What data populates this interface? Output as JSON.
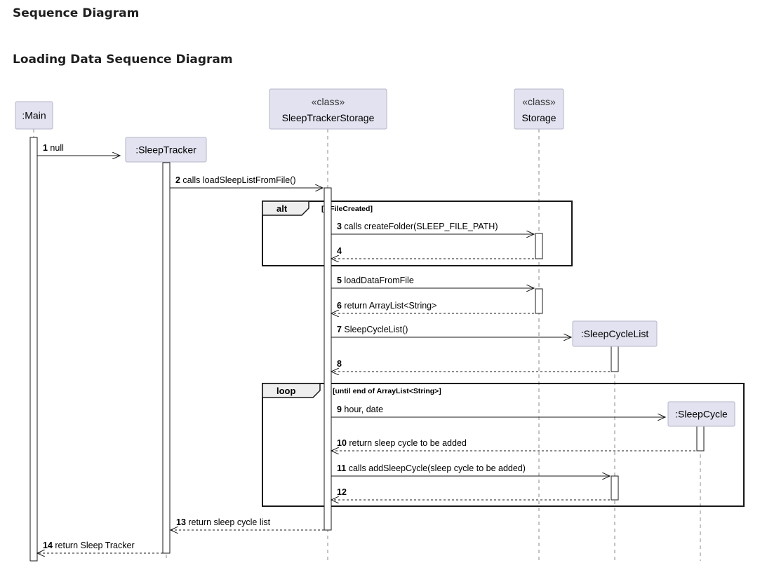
{
  "page": {
    "section_title": "Sequence Diagram",
    "diagram_title": "Loading Data Sequence Diagram"
  },
  "colors": {
    "participant_fill": "#E2E2F0",
    "participant_stroke": "#B5B5C8",
    "line": "#181818",
    "lifeline": "#888888",
    "fragment_tab": "#EEEEEE"
  },
  "participants": [
    {
      "id": "main",
      "stereotype": "",
      "name": ":Main"
    },
    {
      "id": "tracker",
      "stereotype": "",
      "name": ":SleepTracker"
    },
    {
      "id": "storage_ts",
      "stereotype": "«class»",
      "name": "SleepTrackerStorage"
    },
    {
      "id": "storage",
      "stereotype": "«class»",
      "name": "Storage"
    },
    {
      "id": "cyclelist",
      "stereotype": "",
      "name": ":SleepCycleList"
    },
    {
      "id": "cycle",
      "stereotype": "",
      "name": ":SleepCycle"
    }
  ],
  "fragments": [
    {
      "kind": "alt",
      "guard": "[isFileCreated]"
    },
    {
      "kind": "loop",
      "guard": "[until end of ArrayList<String>]"
    }
  ],
  "messages": [
    {
      "num": "1",
      "text": "null",
      "from": "main",
      "to": "tracker",
      "type": "sync"
    },
    {
      "num": "2",
      "text": "calls loadSleepListFromFile()",
      "from": "tracker",
      "to": "storage_ts",
      "type": "sync"
    },
    {
      "num": "3",
      "text": "calls createFolder(SLEEP_FILE_PATH)",
      "from": "storage_ts",
      "to": "storage",
      "type": "sync"
    },
    {
      "num": "4",
      "text": "",
      "from": "storage",
      "to": "storage_ts",
      "type": "return"
    },
    {
      "num": "5",
      "text": "loadDataFromFile",
      "from": "storage_ts",
      "to": "storage",
      "type": "sync"
    },
    {
      "num": "6",
      "text": "return ArrayList<String>",
      "from": "storage",
      "to": "storage_ts",
      "type": "return"
    },
    {
      "num": "7",
      "text": "SleepCycleList()",
      "from": "storage_ts",
      "to": "cyclelist",
      "type": "create"
    },
    {
      "num": "8",
      "text": "",
      "from": "cyclelist",
      "to": "storage_ts",
      "type": "return"
    },
    {
      "num": "9",
      "text": "hour, date",
      "from": "storage_ts",
      "to": "cycle",
      "type": "create"
    },
    {
      "num": "10",
      "text": "return sleep cycle to be added",
      "from": "cycle",
      "to": "storage_ts",
      "type": "return"
    },
    {
      "num": "11",
      "text": "calls addSleepCycle(sleep cycle to be added)",
      "from": "storage_ts",
      "to": "cyclelist",
      "type": "sync"
    },
    {
      "num": "12",
      "text": "",
      "from": "cyclelist",
      "to": "storage_ts",
      "type": "return"
    },
    {
      "num": "13",
      "text": "return sleep cycle list",
      "from": "storage_ts",
      "to": "tracker",
      "type": "return"
    },
    {
      "num": "14",
      "text": "return Sleep Tracker",
      "from": "tracker",
      "to": "main",
      "type": "return"
    }
  ]
}
